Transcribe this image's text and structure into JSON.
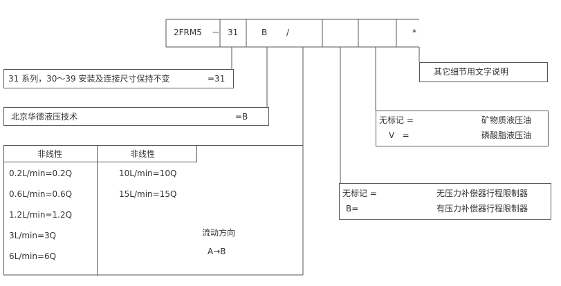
{
  "code_row": {
    "model": "2FRM5",
    "dash1": "－",
    "series": "31",
    "design": "B",
    "slash": "/",
    "star": "*"
  },
  "series_box": {
    "text": "31 系列，30～39 安装及连接尺寸保持不变",
    "value": "=31"
  },
  "tech_box": {
    "text": "北京华德液压技术",
    "value": "=B"
  },
  "other_box": {
    "text": "其它细节用文字说明"
  },
  "fluid_box": {
    "rows": [
      {
        "key": "无标记 =",
        "value": "矿物质液压油"
      },
      {
        "key": "V   =",
        "value": "磷酸脂液压油"
      }
    ]
  },
  "comp_box": {
    "rows": [
      {
        "key": "无标记 =",
        "value": "无压力补偿器行程限制器"
      },
      {
        "key": "B=",
        "value": "有压力补偿器行程限制器"
      }
    ]
  },
  "flow_table": {
    "col1_header": "非线性",
    "col2_header": "非线性",
    "col1_values": [
      "0.2L/min=0.2Q",
      "0.6L/min=0.6Q",
      "1.2L/min=1.2Q",
      "3L/min=3Q",
      "6L/min=6Q"
    ],
    "col2_values": [
      "10L/min=10Q",
      "15L/min=15Q"
    ],
    "direction_label": "流动方向",
    "direction_value": "A→B"
  }
}
